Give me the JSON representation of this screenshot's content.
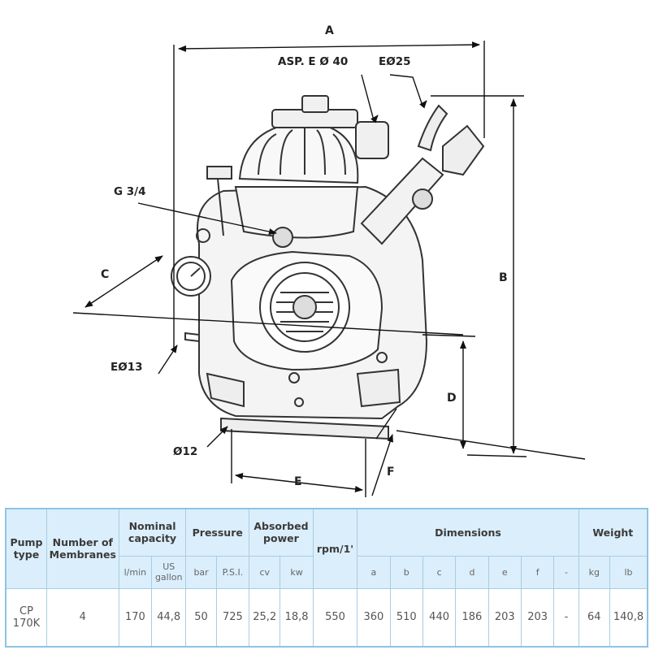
{
  "drawing": {
    "labels": {
      "a": "A",
      "asp": "ASP. E Ø 40",
      "e25": "EØ25",
      "g34": "G 3/4",
      "c": "C",
      "b": "B",
      "e13": "EØ13",
      "d": "D",
      "o12": "Ø12",
      "f": "F",
      "e": "E"
    }
  },
  "table": {
    "headers": {
      "pump_type": "Pump type",
      "membranes": "Number of Membranes",
      "capacity": "Nominal capacity",
      "pressure": "Pressure",
      "power": "Absorbed power",
      "rpm": "rpm/1'",
      "dimensions": "Dimensions",
      "weight": "Weight"
    },
    "units": {
      "lmin": "l/min",
      "usgal": "US gallon",
      "bar": "bar",
      "psi": "P.S.I.",
      "cv": "cv",
      "kw": "kw",
      "a": "a",
      "b": "b",
      "c": "c",
      "d": "d",
      "e": "e",
      "f": "f",
      "dash": "-",
      "kg": "kg",
      "lb": "lb"
    },
    "row": {
      "pump_type": "CP 170K",
      "membranes": "4",
      "lmin": "170",
      "usgal": "44,8",
      "bar": "50",
      "psi": "725",
      "cv": "25,2",
      "kw": "18,8",
      "rpm": "550",
      "a": "360",
      "b": "510",
      "c": "440",
      "d": "186",
      "e": "203",
      "f": "203",
      "dash": "-",
      "kg": "64",
      "lb": "140,8"
    }
  }
}
